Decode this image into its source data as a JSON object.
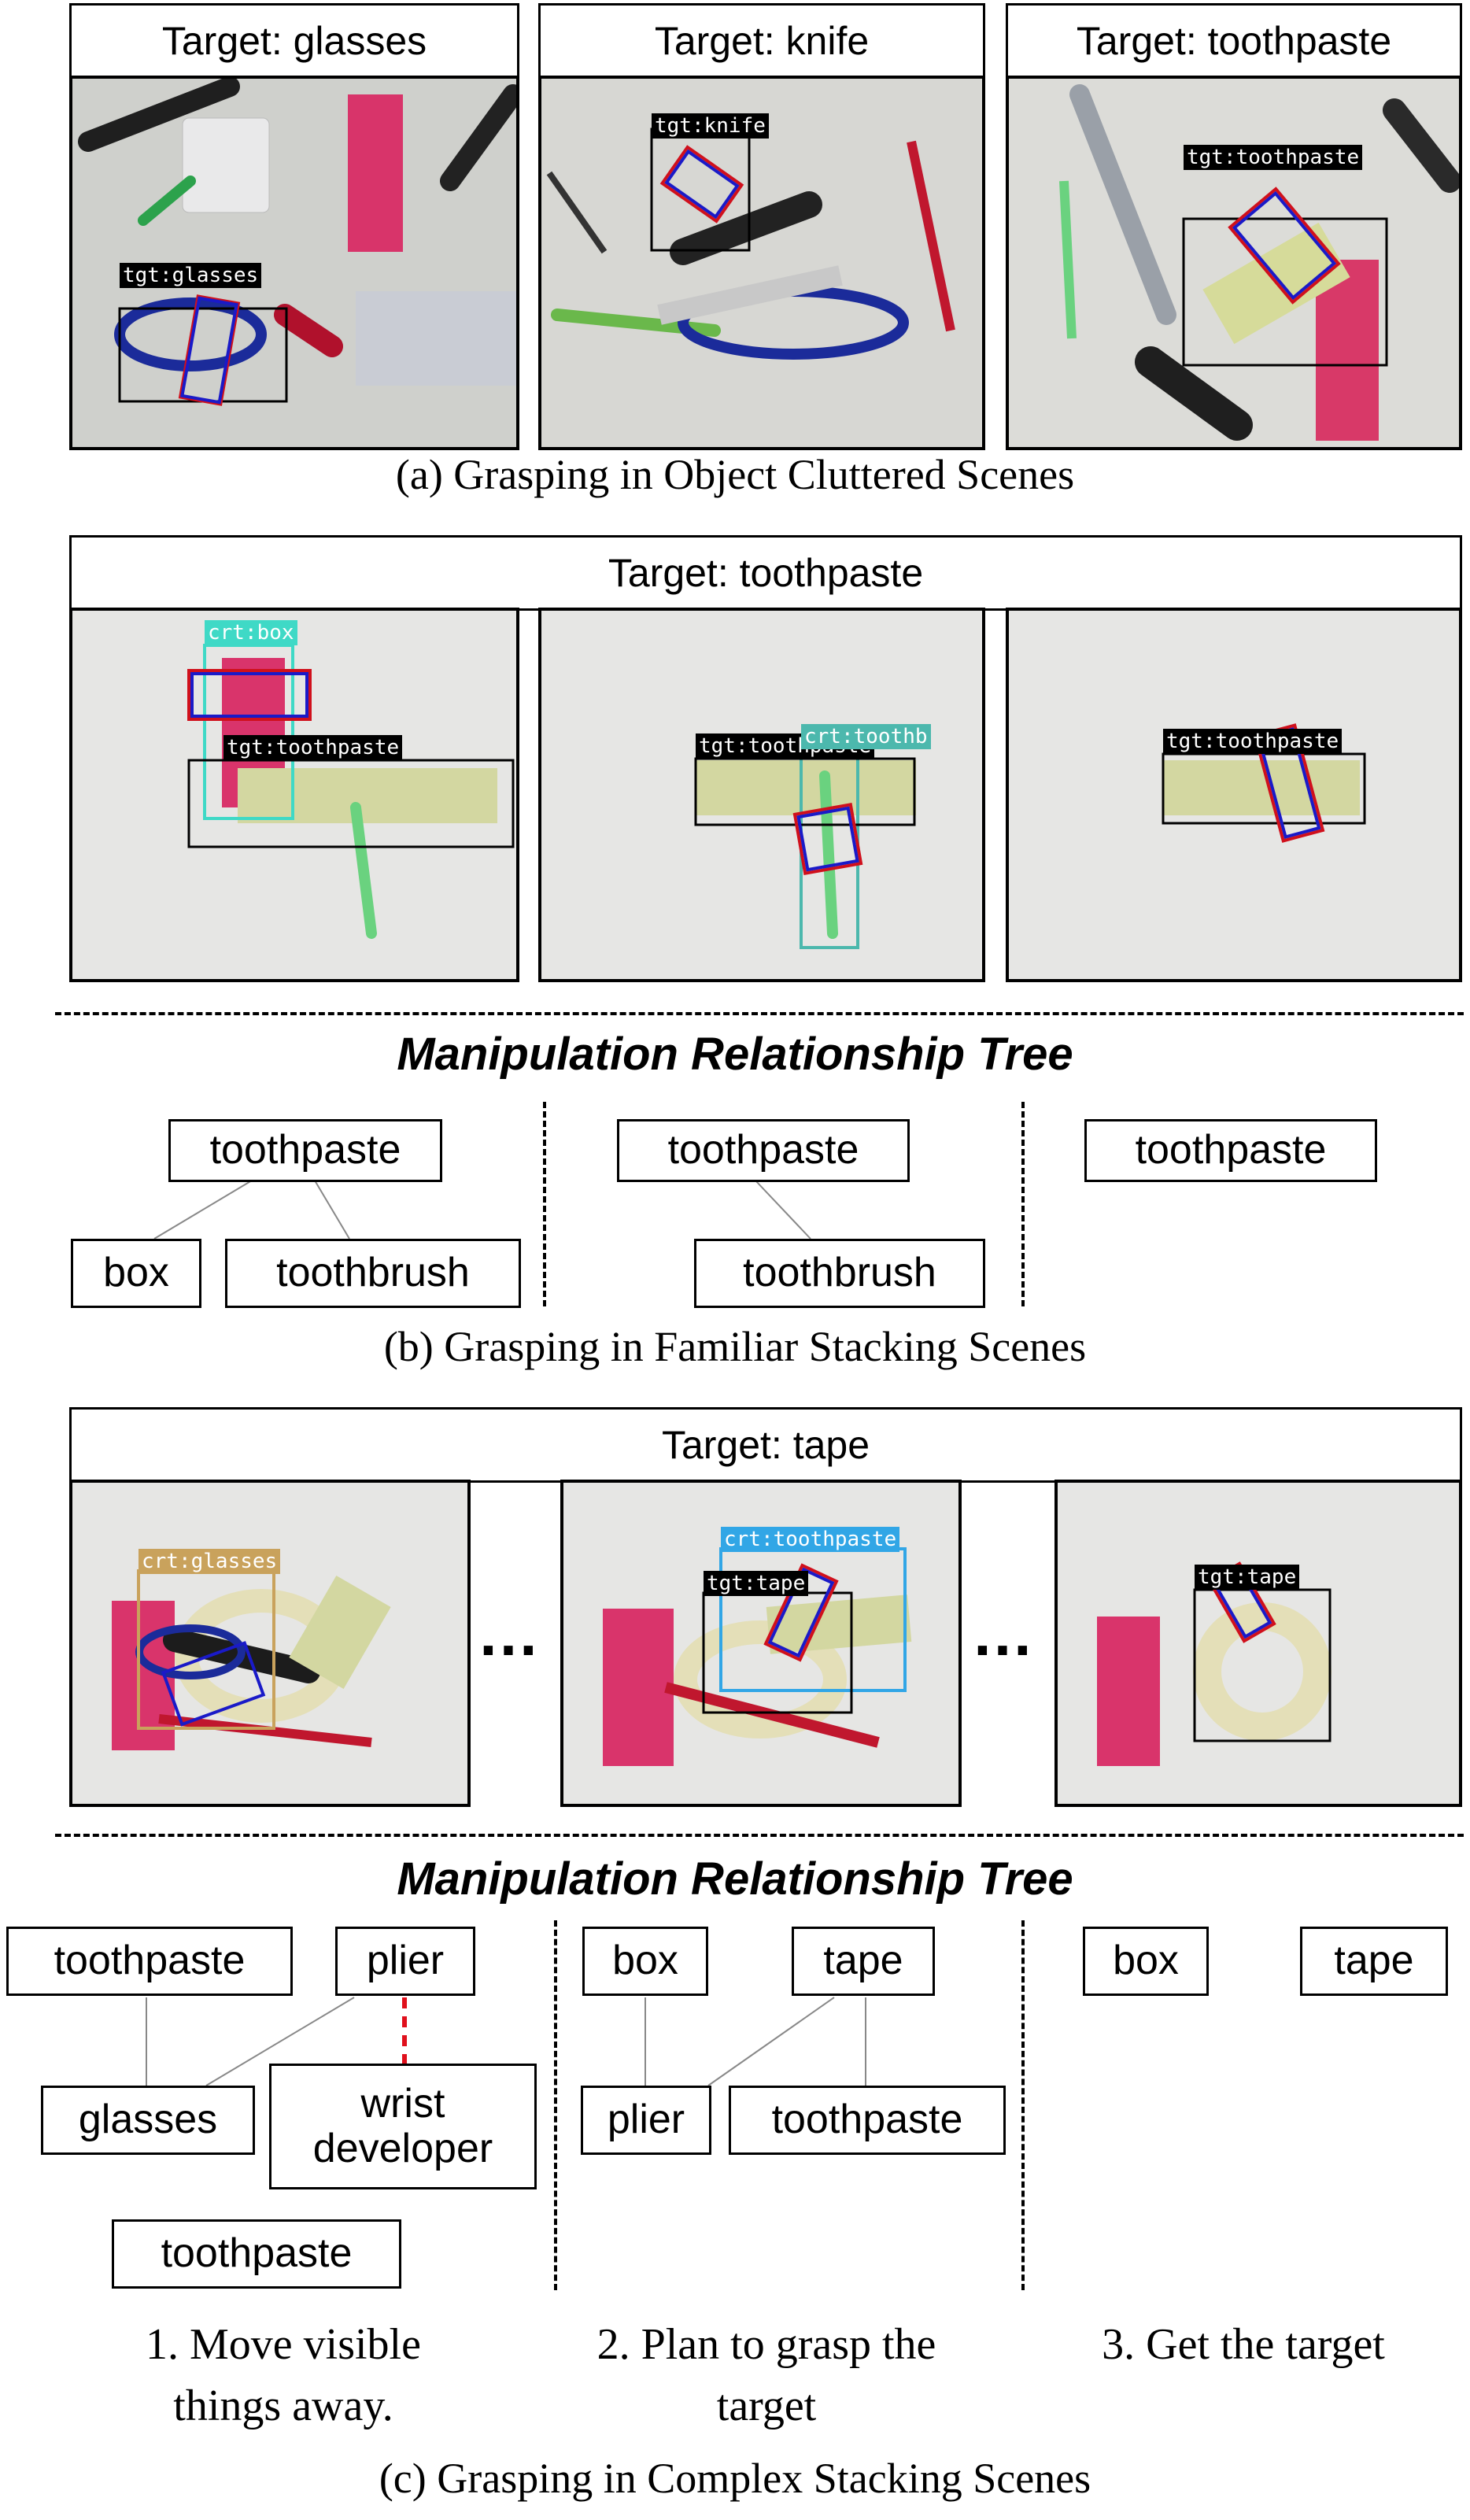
{
  "section_a": {
    "panels": [
      {
        "target": "Target: glasses",
        "tag": "tgt:glasses"
      },
      {
        "target": "Target: knife",
        "tag": "tgt:knife"
      },
      {
        "target": "Target: toothpaste",
        "tag": "tgt:toothpaste"
      }
    ],
    "caption": "(a) Grasping  in Object Cluttered Scenes"
  },
  "section_b": {
    "target": "Target: toothpaste",
    "photo_tags": [
      {
        "tgt": "tgt:toothpaste",
        "crt": "crt:box"
      },
      {
        "tgt": "tgt:toothpaste",
        "crt": "crt:toothb"
      },
      {
        "tgt": "tgt:toothpaste"
      }
    ],
    "tree_title": "Manipulation Relationship Tree",
    "trees": [
      {
        "root": "toothpaste",
        "children": [
          "box",
          "toothbrush"
        ]
      },
      {
        "root": "toothpaste",
        "children": [
          "toothbrush"
        ]
      },
      {
        "root": "toothpaste",
        "children": []
      }
    ],
    "caption": "(b) Grasping in Familiar Stacking Scenes"
  },
  "section_c": {
    "target": "Target: tape",
    "ellipsis": "…",
    "photo_tags": [
      {
        "crt": "crt:glasses"
      },
      {
        "crt": "crt:toothpaste",
        "tgt": "tgt:tape"
      },
      {
        "tgt": "tgt:tape"
      }
    ],
    "tree_title": "Manipulation Relationship Tree",
    "tree1": {
      "toothpaste_top": "toothpaste",
      "plier": "plier",
      "glasses": "glasses",
      "wrist_developer": "wrist\ndeveloper",
      "toothpaste_bottom": "toothpaste"
    },
    "tree2": {
      "box": "box",
      "tape": "tape",
      "plier": "plier",
      "toothpaste": "toothpaste"
    },
    "tree3": {
      "box": "box",
      "tape": "tape"
    },
    "steps": [
      "1. Move visible\nthings away.",
      "2. Plan to grasp the\ntarget",
      "3. Get the target"
    ],
    "caption": "(c) Grasping in Complex Stacking Scenes"
  },
  "colors": {
    "box_red": "#d0101c",
    "box_blue": "#1a1ac8",
    "edge_red_dashed": "#e0101c"
  }
}
